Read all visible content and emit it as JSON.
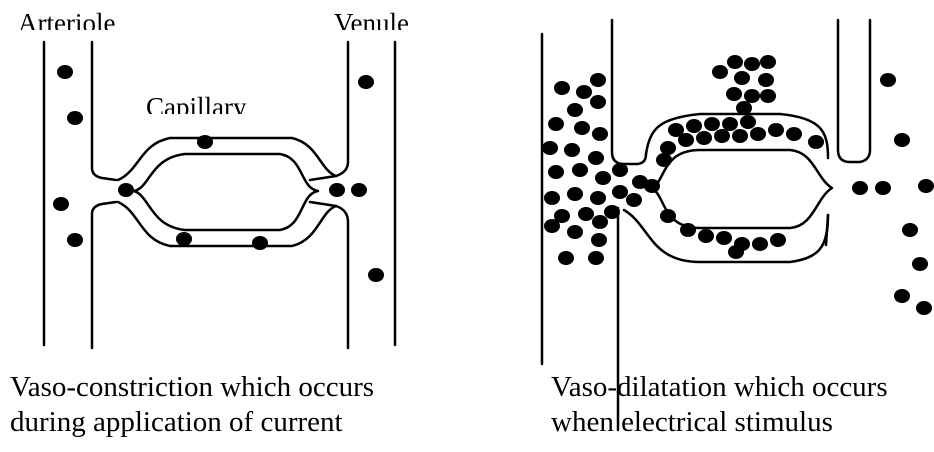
{
  "labels": {
    "arteriole": "Arteriole",
    "venule": "Venule",
    "capillary": "Capillary"
  },
  "captions": {
    "left_line1": "Vaso-constriction which occurs",
    "left_line2": "during application of current",
    "right_line1": "Vaso-dilatation which occurs",
    "right_line2": "when electrical stimulus"
  },
  "colors": {
    "line": "#000000",
    "blood_cell": "#000000",
    "background": "#ffffff"
  }
}
